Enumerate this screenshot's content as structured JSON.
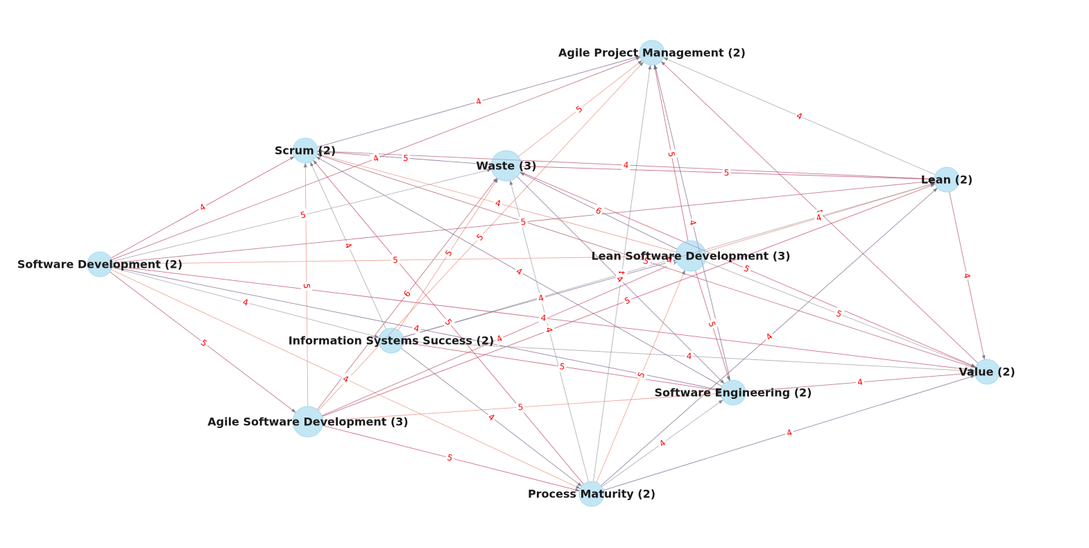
{
  "graph": {
    "colors": {
      "node_fill": "#87ceeb",
      "label_text": "#1a1a1a",
      "edge_label": "#ff0000",
      "edge_palette": [
        "#7a5c8a",
        "#b0506a",
        "#e88a7a",
        "#9a9aa2",
        "#c04060"
      ]
    },
    "nodes": [
      {
        "id": "apm",
        "label": "Agile Project Management (2)",
        "weight": 2
      },
      {
        "id": "scrum",
        "label": "Scrum (2)",
        "weight": 2
      },
      {
        "id": "waste",
        "label": "Waste (3)",
        "weight": 3
      },
      {
        "id": "lean",
        "label": "Lean (2)",
        "weight": 2
      },
      {
        "id": "sd",
        "label": "Software Development (2)",
        "weight": 2
      },
      {
        "id": "lsd",
        "label": "Lean Software Development (3)",
        "weight": 3
      },
      {
        "id": "iss",
        "label": "Information Systems Success (2)",
        "weight": 2
      },
      {
        "id": "value",
        "label": "Value (2)",
        "weight": 2
      },
      {
        "id": "se",
        "label": "Software Engineering (2)",
        "weight": 2
      },
      {
        "id": "asd",
        "label": "Agile Software Development (3)",
        "weight": 3
      },
      {
        "id": "pm",
        "label": "Process Maturity (2)",
        "weight": 2
      }
    ],
    "edges": [
      {
        "source": "scrum",
        "target": "apm",
        "label": "4"
      },
      {
        "source": "sd",
        "target": "apm",
        "label": "4"
      },
      {
        "source": "waste",
        "target": "apm",
        "label": "5"
      },
      {
        "source": "lean",
        "target": "apm",
        "label": "4"
      },
      {
        "source": "lsd",
        "target": "apm",
        "label": "5"
      },
      {
        "source": "se",
        "target": "apm",
        "label": "4"
      },
      {
        "source": "value",
        "target": "apm",
        "label": "4"
      },
      {
        "source": "asd",
        "target": "apm",
        "label": "5"
      },
      {
        "source": "pm",
        "target": "apm",
        "label": "4"
      },
      {
        "source": "sd",
        "target": "scrum",
        "label": "4"
      },
      {
        "source": "waste",
        "target": "scrum",
        "label": "5"
      },
      {
        "source": "lean",
        "target": "scrum",
        "label": "4"
      },
      {
        "source": "asd",
        "target": "scrum",
        "label": "5"
      },
      {
        "source": "iss",
        "target": "scrum",
        "label": "4"
      },
      {
        "source": "pm",
        "target": "scrum",
        "label": "5"
      },
      {
        "source": "se",
        "target": "scrum",
        "label": "4"
      },
      {
        "source": "value",
        "target": "scrum",
        "label": "5"
      },
      {
        "source": "lsd",
        "target": "scrum",
        "label": "4"
      },
      {
        "source": "sd",
        "target": "waste",
        "label": "5"
      },
      {
        "source": "waste",
        "target": "lean",
        "label": "5"
      },
      {
        "source": "lsd",
        "target": "waste",
        "label": "6"
      },
      {
        "source": "asd",
        "target": "waste",
        "label": "6"
      },
      {
        "source": "iss",
        "target": "waste",
        "label": "5"
      },
      {
        "source": "pm",
        "target": "waste",
        "label": "4"
      },
      {
        "source": "waste",
        "target": "value",
        "label": "5"
      },
      {
        "source": "waste",
        "target": "se",
        "label": "4"
      },
      {
        "source": "sd",
        "target": "lean",
        "label": "5"
      },
      {
        "source": "lsd",
        "target": "lean",
        "label": "4"
      },
      {
        "source": "iss",
        "target": "lean",
        "label": "4"
      },
      {
        "source": "asd",
        "target": "lean",
        "label": "5"
      },
      {
        "source": "pm",
        "target": "lean",
        "label": "4"
      },
      {
        "source": "lean",
        "target": "value",
        "label": "4"
      },
      {
        "source": "sd",
        "target": "lsd",
        "label": "5"
      },
      {
        "source": "sd",
        "target": "iss",
        "label": "4"
      },
      {
        "source": "sd",
        "target": "value",
        "label": "4"
      },
      {
        "source": "sd",
        "target": "se",
        "label": "4"
      },
      {
        "source": "sd",
        "target": "asd",
        "label": "5"
      },
      {
        "source": "sd",
        "target": "pm",
        "label": "4"
      },
      {
        "source": "lsd",
        "target": "value",
        "label": "5"
      },
      {
        "source": "lsd",
        "target": "se",
        "label": "5"
      },
      {
        "source": "iss",
        "target": "lsd",
        "label": "4"
      },
      {
        "source": "asd",
        "target": "lsd",
        "label": "4"
      },
      {
        "source": "pm",
        "target": "lsd",
        "label": "5"
      },
      {
        "source": "iss",
        "target": "value",
        "label": "4"
      },
      {
        "source": "iss",
        "target": "se",
        "label": "5"
      },
      {
        "source": "iss",
        "target": "pm",
        "label": "4"
      },
      {
        "source": "se",
        "target": "value",
        "label": "4"
      },
      {
        "source": "asd",
        "target": "se",
        "label": "5"
      },
      {
        "source": "pm",
        "target": "se",
        "label": "4"
      },
      {
        "source": "asd",
        "target": "pm",
        "label": "5"
      },
      {
        "source": "pm",
        "target": "value",
        "label": "4"
      }
    ]
  }
}
